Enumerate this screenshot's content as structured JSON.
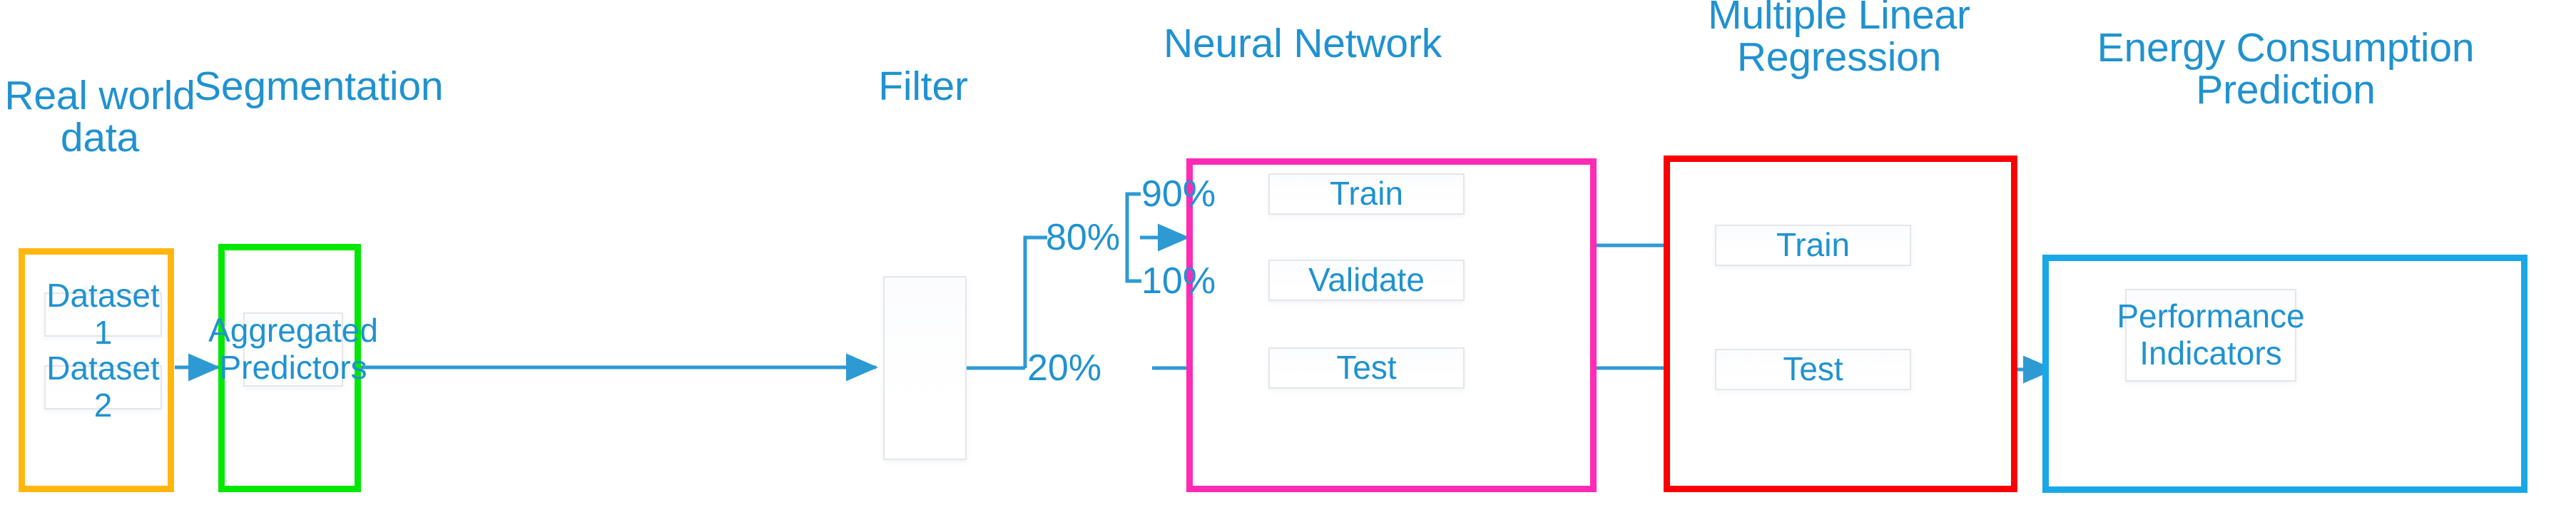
{
  "diagram": {
    "title_color": "#2092d0",
    "arrow_color": "#2e9ad4",
    "stages": [
      {
        "id": "real-world-data",
        "title": "Real world data",
        "border_color": "#ffb710",
        "boxes": [
          {
            "id": "dataset-1",
            "label": "Dataset 1"
          },
          {
            "id": "dataset-2",
            "label": "Dataset 2"
          }
        ]
      },
      {
        "id": "segmentation",
        "title": "Segmentation",
        "border_color": "#00e800",
        "boxes": [
          {
            "id": "aggregated-predictors",
            "label": "Aggregated\nPredictors"
          }
        ]
      },
      {
        "id": "filter",
        "title": "Filter",
        "border_color": "#e4e6e9",
        "boxes": [
          {
            "id": "filter-box",
            "label": ""
          }
        ]
      },
      {
        "id": "neural-network",
        "title": "Neural Network",
        "border_color": "#ff2bb4",
        "boxes": [
          {
            "id": "nn-train",
            "label": "Train"
          },
          {
            "id": "nn-validate",
            "label": "Validate"
          },
          {
            "id": "nn-test",
            "label": "Test"
          }
        ]
      },
      {
        "id": "multiple-linear-regression",
        "title": "Multiple Linear\nRegression",
        "border_color": "#fa0000",
        "boxes": [
          {
            "id": "mlr-train",
            "label": "Train"
          },
          {
            "id": "mlr-test",
            "label": "Test"
          }
        ]
      },
      {
        "id": "energy-consumption-prediction",
        "title": "Energy Consumption\nPrediction",
        "border_color": "#18a8e8",
        "boxes": [
          {
            "id": "performance-indicators",
            "label": "Performance\nIndicators"
          }
        ]
      }
    ],
    "split_labels": {
      "train_validate_test_major": "80%",
      "test_major": "20%",
      "train_minor": "90%",
      "validate_minor": "10%"
    }
  }
}
